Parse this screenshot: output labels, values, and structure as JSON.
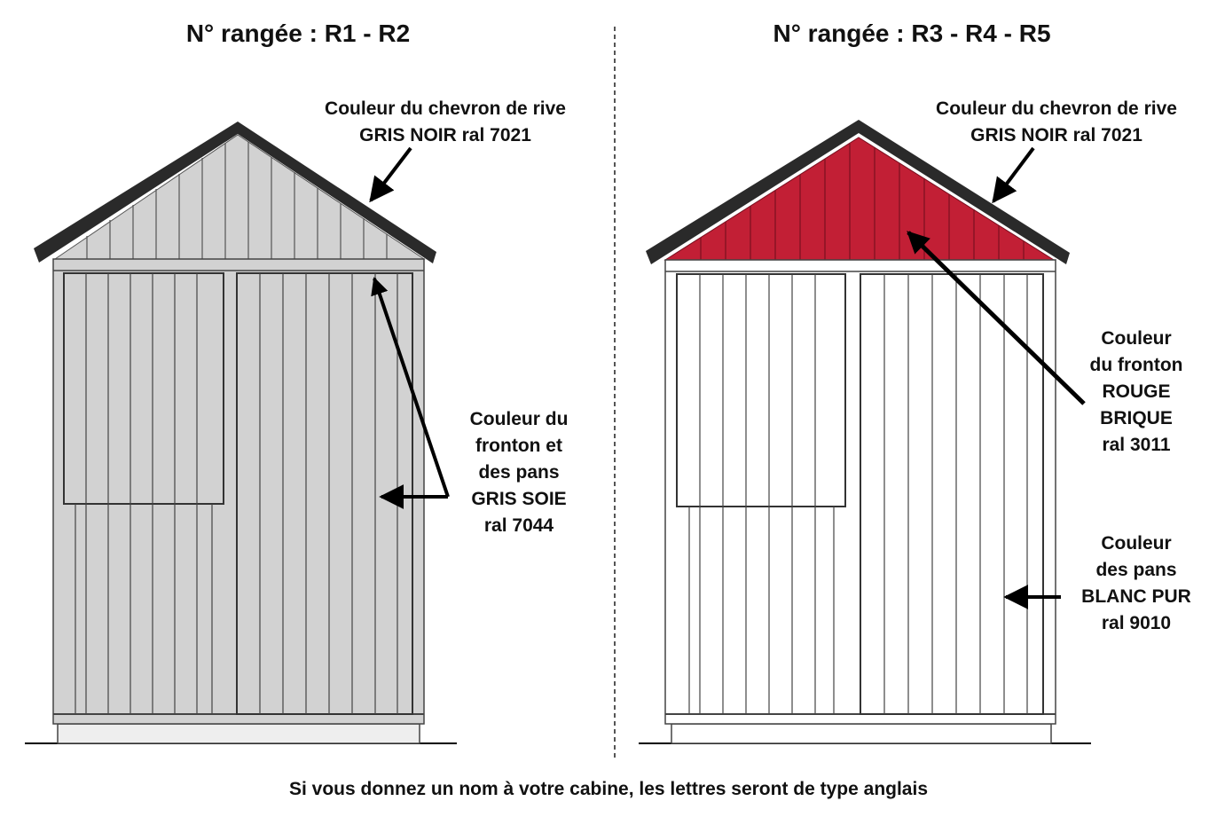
{
  "left": {
    "title": "N° rangée : R1 - R2",
    "rafter_label": [
      "Couleur du chevron de rive",
      "GRIS NOIR ral 7021"
    ],
    "panel_label": [
      "Couleur du",
      "fronton et",
      "des pans",
      "GRIS SOIE",
      "ral 7044"
    ]
  },
  "right": {
    "title": "N° rangée : R3 - R4 - R5",
    "rafter_label": [
      "Couleur du chevron de rive",
      "GRIS NOIR ral 7021"
    ],
    "gable_label": [
      "Couleur",
      "du fronton",
      "ROUGE",
      "BRIQUE",
      "ral 3011"
    ],
    "panel_label": [
      "Couleur",
      "des pans",
      "BLANC PUR",
      "ral 9010"
    ]
  },
  "footer": "Si vous donnez un nom à votre cabine, les lettres seront de type anglais",
  "colors": {
    "rafter": "#2a2a2a",
    "gris_soie": "#d2d2d2",
    "rouge_brique": "#c21f35",
    "blanc_pur": "#ffffff"
  }
}
